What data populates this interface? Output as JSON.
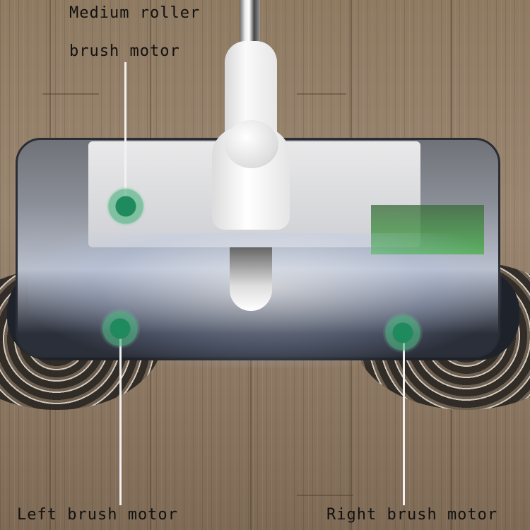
{
  "image": {
    "subject": "electric spin mop / floor sweeper head over wooden floor",
    "background": "wood-plank-floor"
  },
  "callouts": [
    {
      "id": "medium-roller",
      "label_line1": "Medium roller",
      "label_line2": "brush motor"
    },
    {
      "id": "left-brush",
      "label": "Left brush motor"
    },
    {
      "id": "right-brush",
      "label": "Right brush motor"
    }
  ],
  "colors": {
    "marker_green": "#1f8a5e",
    "marker_ring": "#50b482",
    "label_text": "#111111",
    "leader_line": "#f2f2f2",
    "floor_wood": "#8f7a62"
  }
}
